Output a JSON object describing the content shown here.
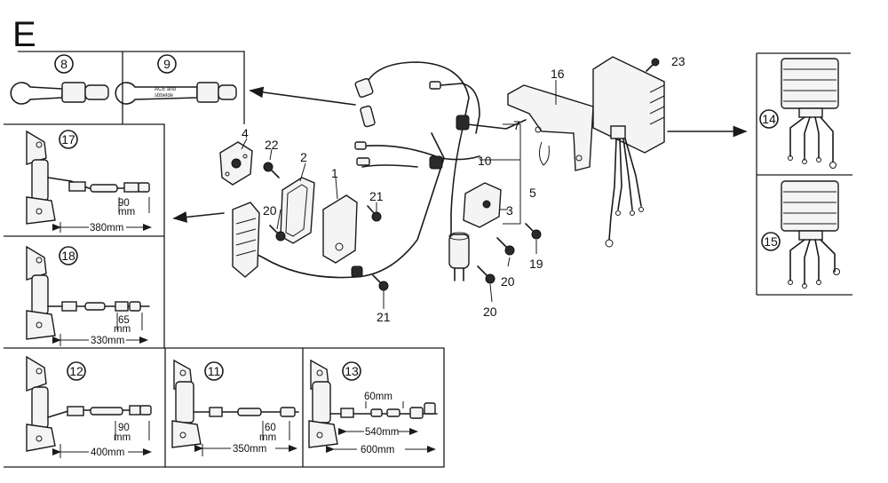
{
  "section_letter": "E",
  "callouts": {
    "c1": "1",
    "c2": "2",
    "c3": "3",
    "c4": "4",
    "c5": "5",
    "c7": "7",
    "c10": "10",
    "c16": "16",
    "c19": "19",
    "c20a": "20",
    "c20b": "20",
    "c20c": "20",
    "c21a": "21",
    "c21b": "21",
    "c22": "22",
    "c23": "23"
  },
  "panels": {
    "p8": {
      "num": "8"
    },
    "p9": {
      "num": "9",
      "label_line1": "ACE and",
      "label_line2": "sbbelde"
    },
    "p17": {
      "num": "17",
      "dim_short": "90",
      "dim_unit": "mm",
      "dim_long": "380mm"
    },
    "p18": {
      "num": "18",
      "dim_short": "65",
      "dim_unit": "mm",
      "dim_long": "330mm"
    },
    "p12": {
      "num": "12",
      "dim_short": "90",
      "dim_unit": "mm",
      "dim_long": "400mm"
    },
    "p11": {
      "num": "11",
      "dim_short": "60",
      "dim_unit": "mm",
      "dim_long": "350mm"
    },
    "p13": {
      "num": "13",
      "dim_top": "60mm",
      "dim_mid": "540mm",
      "dim_long": "600mm"
    },
    "p14": {
      "num": "14"
    },
    "p15": {
      "num": "15"
    }
  }
}
